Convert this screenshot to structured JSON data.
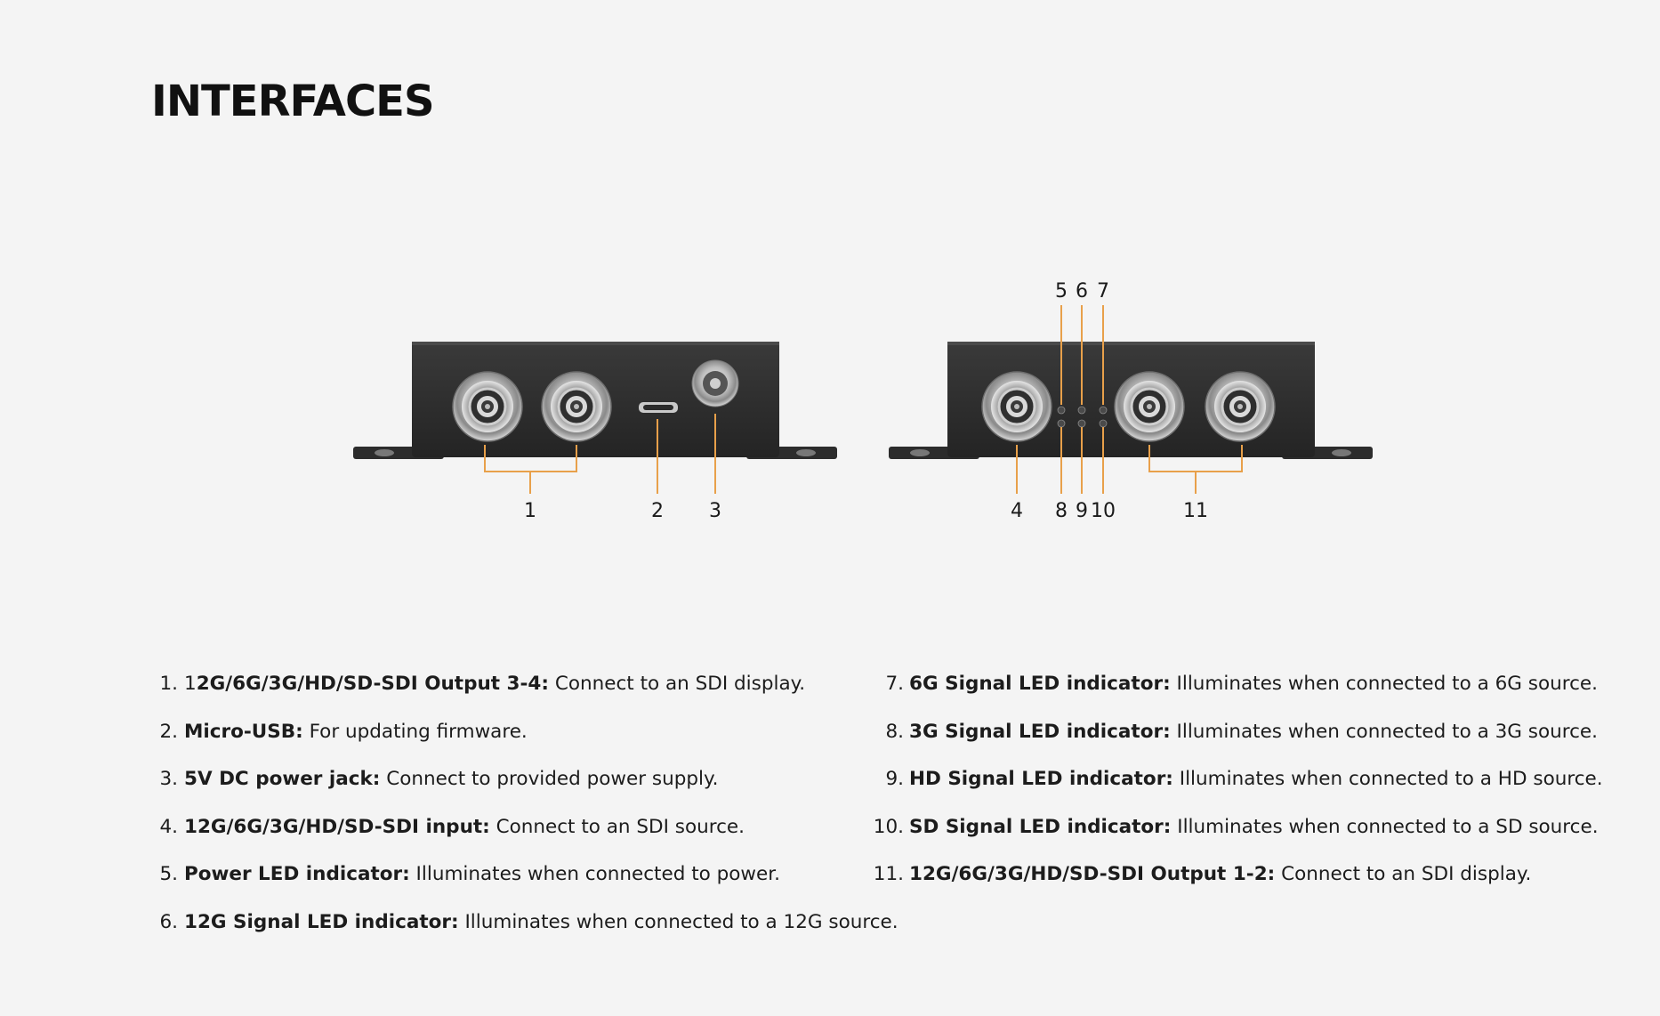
{
  "page": {
    "title": "INTERFACES"
  },
  "diagram": {
    "left_callouts": [
      {
        "label": "1"
      },
      {
        "label": "2"
      },
      {
        "label": "3"
      }
    ],
    "right_top_callouts": [
      {
        "label": "5"
      },
      {
        "label": "6"
      },
      {
        "label": "7"
      }
    ],
    "right_bottom_callouts": [
      {
        "label": "4"
      },
      {
        "label": "8"
      },
      {
        "label": "9"
      },
      {
        "label": "10"
      },
      {
        "label": "11"
      }
    ],
    "accent_color": "#e8a04a",
    "device_color": "#2b2b2b"
  },
  "legend": {
    "left": [
      {
        "num": "1.",
        "pre": "1",
        "term": "2G/6G/3G/HD/SD-SDI Output 3-4:",
        "desc": " Connect to an SDI display."
      },
      {
        "num": "2.",
        "pre": "",
        "term": "Micro-USB:",
        "desc": " For updating firmware."
      },
      {
        "num": "3.",
        "pre": "",
        "term": "5V DC power jack:",
        "desc": " Connect to provided power supply."
      },
      {
        "num": "4.",
        "pre": "",
        "term": "12G/6G/3G/HD/SD-SDI input:",
        "desc": " Connect to an SDI source."
      },
      {
        "num": "5.",
        "pre": "",
        "term": "Power LED indicator:",
        "desc": " Illuminates when connected to power."
      },
      {
        "num": "6.",
        "pre": "",
        "term": "12G Signal LED indicator:",
        "desc": " Illuminates when connected to a 12G source."
      }
    ],
    "right": [
      {
        "num": "7.",
        "pre": "",
        "term": "6G Signal LED indicator:",
        "desc": " Illuminates when connected to a 6G source."
      },
      {
        "num": "8.",
        "pre": "",
        "term": "3G Signal LED indicator:",
        "desc": " Illuminates when connected to a 3G source."
      },
      {
        "num": "9.",
        "pre": "",
        "term": "HD Signal LED indicator:",
        "desc": " Illuminates when connected to a HD source."
      },
      {
        "num": "10.",
        "pre": "",
        "term": "SD Signal LED indicator:",
        "desc": " Illuminates when connected to a SD source."
      },
      {
        "num": "11.",
        "pre": "",
        "term": "12G/6G/3G/HD/SD-SDI Output 1-2:",
        "desc": " Connect to an SDI display."
      }
    ]
  }
}
